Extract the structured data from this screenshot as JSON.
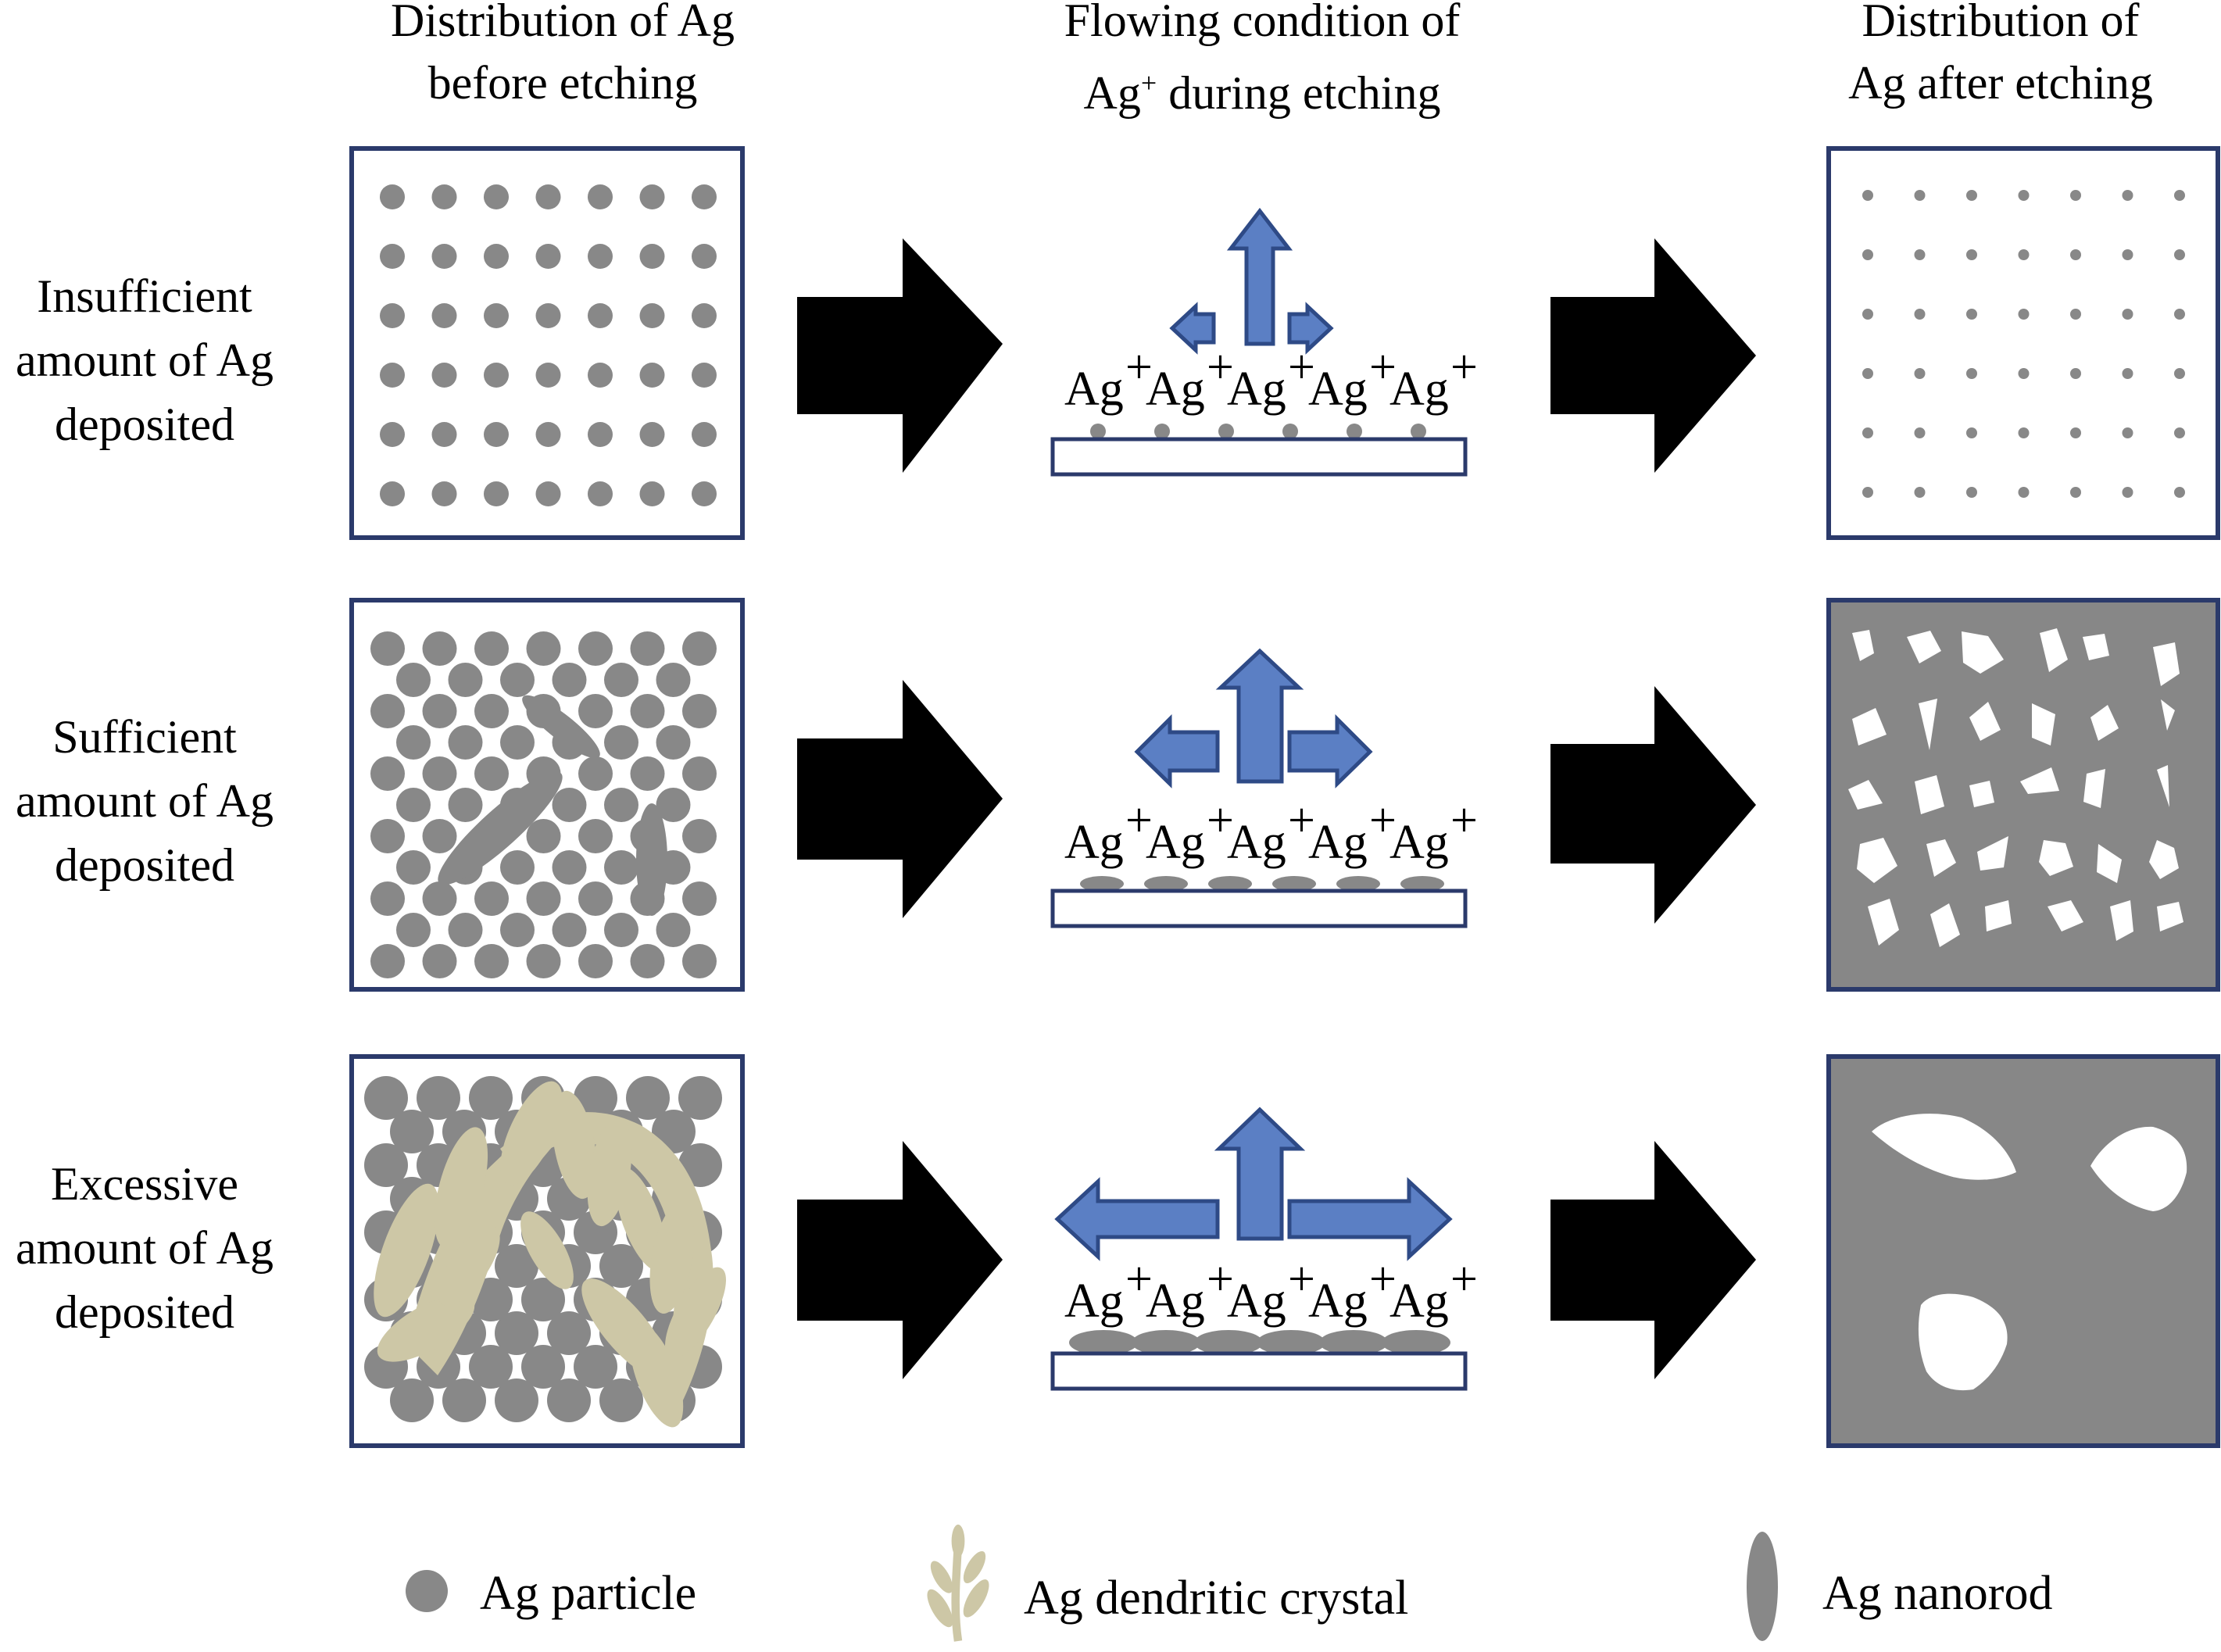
{
  "headers": {
    "col1": {
      "line1": "Distribution of Ag",
      "line2": "before etching"
    },
    "col2": {
      "line1": "Flowing condition of",
      "line2_main": "Ag",
      "line2_sup": "+",
      "line2_rest": " during etching"
    },
    "col3": {
      "line1": "Distribution of",
      "line2": "Ag after etching"
    }
  },
  "rows": [
    {
      "line1": "Insufficient",
      "line2": "amount of Ag",
      "line3": "deposited"
    },
    {
      "line1": "Sufficient",
      "line2": "amount of Ag",
      "line3": "deposited"
    },
    {
      "line1": "Excessive",
      "line2": "amount of Ag",
      "line3": "deposited"
    }
  ],
  "ion": {
    "symbol": "Ag",
    "charge": "+"
  },
  "legend": {
    "particle": "Ag particle",
    "dendrite": "Ag dendritic crystal",
    "nanorod": "Ag nanorod"
  },
  "colors": {
    "box_border": "#2b3a6b",
    "particle": "#888888",
    "dendrite": "#cdc7a6",
    "arrow_fill": "#5b7fc4",
    "arrow_stroke": "#2e4a86",
    "dark_box": "#878787",
    "big_arrow": "#000000"
  }
}
